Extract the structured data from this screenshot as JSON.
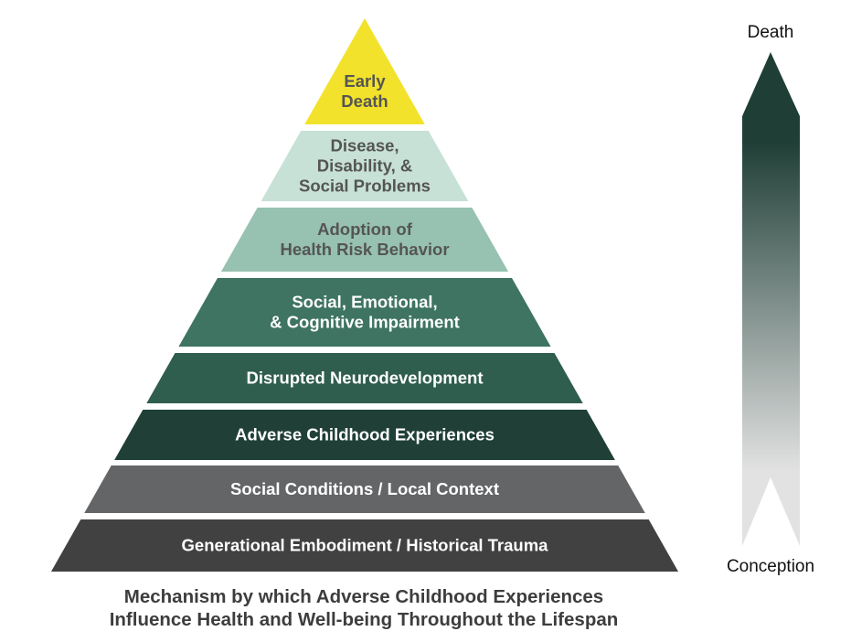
{
  "pyramid": {
    "levels": [
      {
        "lines": [
          "Early",
          "Death"
        ],
        "color": "#f2e22b",
        "text_color": "#555555"
      },
      {
        "lines": [
          "Disease,",
          "Disability, &",
          "Social Problems"
        ],
        "color": "#c7e1d6",
        "text_color": "#555555"
      },
      {
        "lines": [
          "Adoption of",
          "Health Risk Behavior"
        ],
        "color": "#97c1b1",
        "text_color": "#555555"
      },
      {
        "lines": [
          "Social, Emotional,",
          "& Cognitive Impairment"
        ],
        "color": "#3e7461",
        "text_color": "#ffffff"
      },
      {
        "lines": [
          "Disrupted Neurodevelopment"
        ],
        "color": "#2f5d4e",
        "text_color": "#ffffff"
      },
      {
        "lines": [
          "Adverse Childhood Experiences"
        ],
        "color": "#1f3f37",
        "text_color": "#ffffff"
      },
      {
        "lines": [
          "Social Conditions / Local Context"
        ],
        "color": "#646567",
        "text_color": "#ffffff"
      },
      {
        "lines": [
          "Generational Embodiment / Historical Trauma"
        ],
        "color": "#414142",
        "text_color": "#ffffff"
      }
    ]
  },
  "caption": {
    "line1": "Mechanism by which Adverse Childhood Experiences",
    "line2": "Influence Health and Well-being Throughout the Lifespan"
  },
  "timeline_arrow": {
    "top_label": "Death",
    "bottom_label": "Conception",
    "color_top": "#1f3e36",
    "color_bottom": "#e2e2e2"
  }
}
